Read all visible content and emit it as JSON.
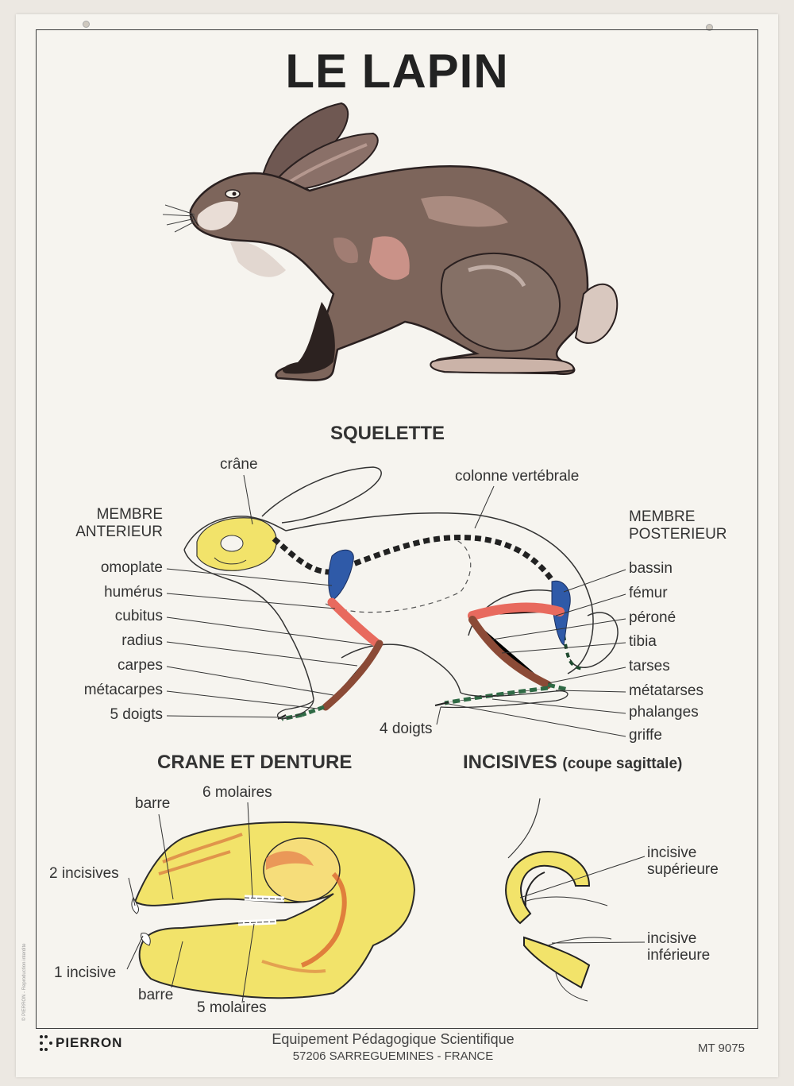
{
  "title": "LE LAPIN",
  "sections": {
    "squelette": "SQUELETTE",
    "crane": "CRANE ET DENTURE",
    "incisives": "INCISIVES",
    "incisives_sub": "(coupe sagittale)"
  },
  "skeleton_labels": {
    "crane": "crâne",
    "colonne": "colonne vertébrale",
    "membre_ant_1": "MEMBRE",
    "membre_ant_2": "ANTERIEUR",
    "membre_post_1": "MEMBRE",
    "membre_post_2": "POSTERIEUR",
    "left": [
      "omoplate",
      "humérus",
      "cubitus",
      "radius",
      "carpes",
      "métacarpes",
      "5 doigts"
    ],
    "right": [
      "bassin",
      "fémur",
      "péroné",
      "tibia",
      "tarses",
      "métatarses",
      "phalanges",
      "griffe"
    ],
    "quatre_doigts": "4 doigts"
  },
  "skull_labels": {
    "barre_top": "barre",
    "molaires_top": "6 molaires",
    "incisives_2": "2 incisives",
    "incisive_1": "1 incisive",
    "barre_bottom": "barre",
    "molaires_bottom": "5 molaires"
  },
  "incisor_labels": {
    "sup_1": "incisive",
    "sup_2": "supérieure",
    "inf_1": "incisive",
    "inf_2": "inférieure"
  },
  "footer": {
    "brand": "PIERRON",
    "line1": "Equipement Pédagogique Scientifique",
    "line2": "57206 SARREGUEMINES - FRANCE",
    "ref": "MT 9075",
    "copyright": "© PIERRON - Reproduction interdite"
  },
  "colors": {
    "skull": "#f2e36a",
    "scapula": "#2f5aa8",
    "humerus": "#e86a5e",
    "forearm": "#8b4a36",
    "foot": "#2f6a45",
    "fur": "#7c655c"
  }
}
